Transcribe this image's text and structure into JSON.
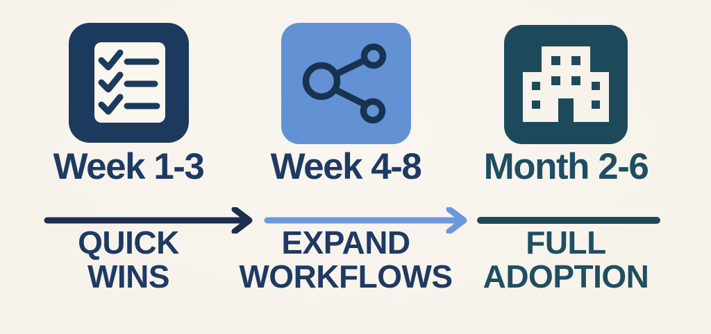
{
  "diagram": {
    "type": "timeline-roadmap",
    "description": "Three-phase adoption roadmap infographic",
    "background_color": "#f7f3eb"
  },
  "colors": {
    "navy": "#1e3a63",
    "navy-fill": "#1c3a5e",
    "navy-arrow": "#1b2e4e",
    "blue-fill": "#6292d4",
    "blue-arrow": "#6b97dd",
    "teal": "#1e4e61",
    "teal-fill": "#1d4a5b",
    "paper": "#faf7ef",
    "cream": "#f7f3eb"
  },
  "phases": [
    {
      "timeframe": "Week 1-3",
      "label_line1": "QUICK",
      "label_line2": "WINS",
      "icon": "checklist-icon",
      "icon_color": "#1c3a5e",
      "connector": "navy-arrow-right"
    },
    {
      "timeframe": "Week 4-8",
      "label_line1": "EXPAND",
      "label_line2": "WORKFLOWS",
      "icon": "share-network-icon",
      "icon_color": "#6292d4",
      "connector": "blue-arrow-right"
    },
    {
      "timeframe": "Month 2-6",
      "label_line1": "FULL",
      "label_line2": "ADOPTION",
      "icon": "building-icon",
      "icon_color": "#1d4a5b",
      "connector": "teal-line"
    }
  ]
}
